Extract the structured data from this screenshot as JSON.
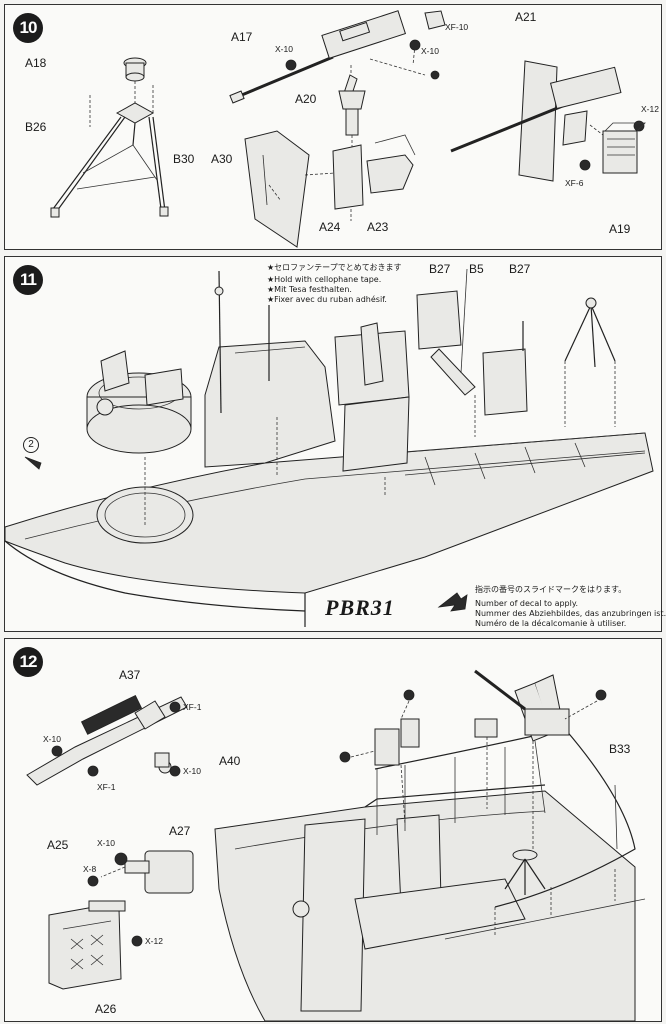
{
  "step10": {
    "number": "10",
    "labels": {
      "a18": "A18",
      "b26": "B26",
      "b30": "B30",
      "a17": "A17",
      "a20": "A20",
      "a30": "A30",
      "a24": "A24",
      "a23": "A23",
      "a21": "A21",
      "a19": "A19"
    },
    "paints": {
      "xf10": "XF-10",
      "x10a": "X-10",
      "x10b": "X-10",
      "x12": "X-12",
      "xf6": "XF-6"
    }
  },
  "step11": {
    "number": "11",
    "labels": {
      "b27a": "B27",
      "b5": "B5",
      "b27b": "B27"
    },
    "decal_ref": "2",
    "tape_note": {
      "ja": "★セロファンテープでとめておきます",
      "en": "★Hold with cellophane tape.",
      "de": "★Mit Tesa festhalten.",
      "fr": "★Fixer avec du ruban adhésif."
    },
    "hull_text": "PBR31",
    "decal_note": {
      "ja": "指示の番号のスライドマークをはります。",
      "en": "Number of decal to apply.",
      "de": "Nummer des Abziehbildes, das anzubringen ist.",
      "fr": "Numéro de la décalcomanie à utiliser."
    }
  },
  "step12": {
    "number": "12",
    "labels": {
      "a37": "A37",
      "a40": "A40",
      "a25": "A25",
      "a27": "A27",
      "a26": "A26",
      "b33": "B33"
    },
    "paints": {
      "xf1a": "XF-1",
      "x10a": "X-10",
      "xf1b": "XF-1",
      "x10b": "X-10",
      "x10c": "X-10",
      "x8": "X-8",
      "x12": "X-12"
    }
  }
}
